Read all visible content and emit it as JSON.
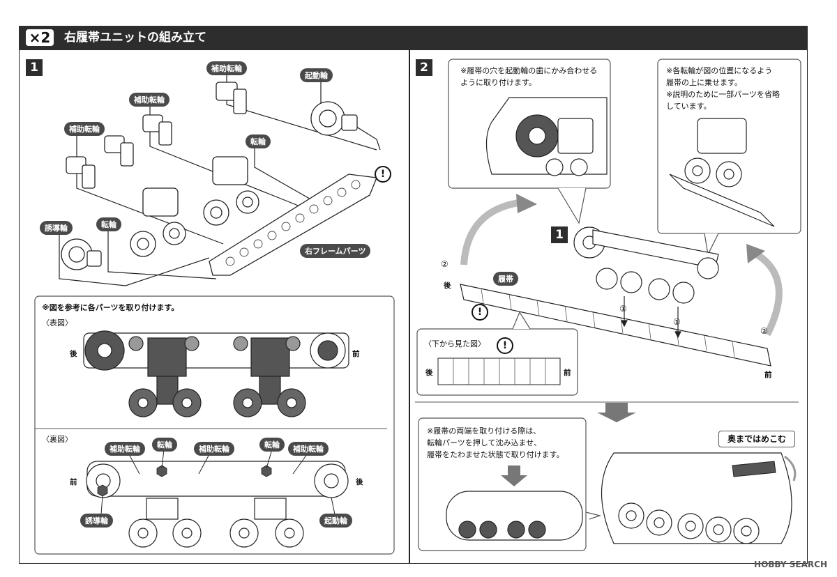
{
  "header": {
    "quantity": "×2",
    "title": "右履帯ユニットの組み立て"
  },
  "step1": {
    "number": "1",
    "labels": {
      "aux_wheel_1": "補助転輪",
      "aux_wheel_2": "補助転輪",
      "aux_wheel_3": "補助転輪",
      "drive_wheel": "起動輪",
      "road_wheel_1": "転輪",
      "road_wheel_2": "転輪",
      "idler_wheel": "誘導輪",
      "right_frame": "右フレームパーツ"
    },
    "warning": "!",
    "ref_panel": {
      "note": "※図を参考に各パーツを取り付けます。",
      "front_view": "〈表図〉",
      "back_view": "〈裏図〉",
      "rear": "後",
      "front": "前",
      "back_labels": {
        "aux_1": "補助転輪",
        "wheel_1": "転輪",
        "aux_2": "補助転輪",
        "wheel_2": "転輪",
        "aux_3": "補助転輪",
        "idler": "誘導輪",
        "drive": "起動輪",
        "front": "前",
        "rear": "後"
      }
    }
  },
  "step2": {
    "number": "2",
    "callout_left": "※履帯の穴を起動輪の歯にかみ合わせる\nように取り付けます。",
    "callout_right": "※各転輪が図の位置になるよう\n履帯の上に乗せます。\n※説明のために一部パーツを省略\nしています。",
    "sub_step": "1",
    "track_label": "履帯",
    "rear": "後",
    "front": "前",
    "arrow_2a": "②",
    "arrow_2b": "②",
    "arrow_1a": "①",
    "arrow_1b": "①",
    "bottom_view": {
      "title": "〈下から見た図〉",
      "rear": "後",
      "front": "前",
      "warning": "!"
    },
    "warning": "!",
    "lower_note": "※履帯の両端を取り付ける際は、\n転輪パーツを押して沈み込ませ、\n履帯をたわませた状態で取り付けます。",
    "push_label": "奥まではめこむ"
  },
  "watermark": "HOBBY SEARCH"
}
